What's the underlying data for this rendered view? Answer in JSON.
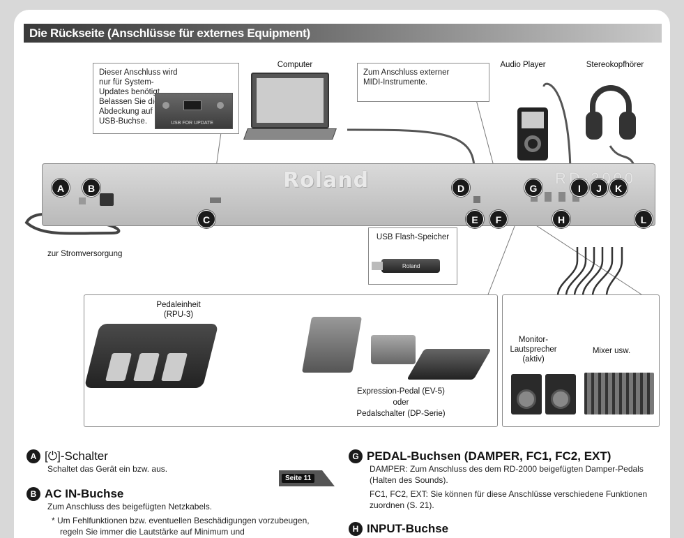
{
  "title": "Die Rückseite (Anschlüsse für externes Equipment)",
  "callouts": {
    "usb_update": "Dieser Anschluss wird nur für System-Updates benötigt. Belassen Sie die Abdeckung auf dieser USB-Buchse.",
    "usb_update_photo": "USB FOR UPDATE",
    "midi": "Zum Anschluss externer MIDI-Instrumente.",
    "usb_flash": "USB Flash-Speicher",
    "usb_flash_brand": "Roland"
  },
  "labels": {
    "computer": "Computer",
    "audio_player": "Audio Player",
    "headphones": "Stereokopfhörer",
    "power": "zur Stromversorgung",
    "pedal_unit": "Pedaleinheit (RPU-3)",
    "expression": "Expression-Pedal (EV-5)",
    "oder": "oder",
    "pedalschalter": "Pedalschalter (DP-Serie)",
    "monitor": "Monitor-Lautsprecher (aktiv)",
    "mixer": "Mixer usw."
  },
  "brand": {
    "roland": "Roland",
    "rd": "RD-2000"
  },
  "badges": [
    "A",
    "B",
    "C",
    "D",
    "E",
    "F",
    "G",
    "H",
    "I",
    "J",
    "K",
    "L"
  ],
  "sections": {
    "a": {
      "letter": "A",
      "title": "[⏻]-Schalter",
      "text": "Schaltet das Gerät ein bzw. aus."
    },
    "b": {
      "letter": "B",
      "title": "AC IN-Buchse",
      "text": "Zum Anschluss des beigefügten Netzkabels.",
      "note": "* Um Fehlfunktionen bzw. eventuellen Beschädigungen vorzubeugen, regeln Sie immer die Lautstärke auf Minimum und"
    },
    "g": {
      "letter": "G",
      "title": "PEDAL-Buchsen (DAMPER, FC1, FC2, EXT)",
      "text1": "DAMPER: Zum Anschluss des dem RD-2000 beigefügten Damper-Pedals (Halten des Sounds).",
      "text2": "FC1, FC2, EXT: Sie können für diese Anschlüsse verschiedene Funktionen zuordnen (S. 21)."
    },
    "h": {
      "letter": "H",
      "title": "INPUT-Buchse"
    }
  },
  "page_ref": "Seite 11"
}
